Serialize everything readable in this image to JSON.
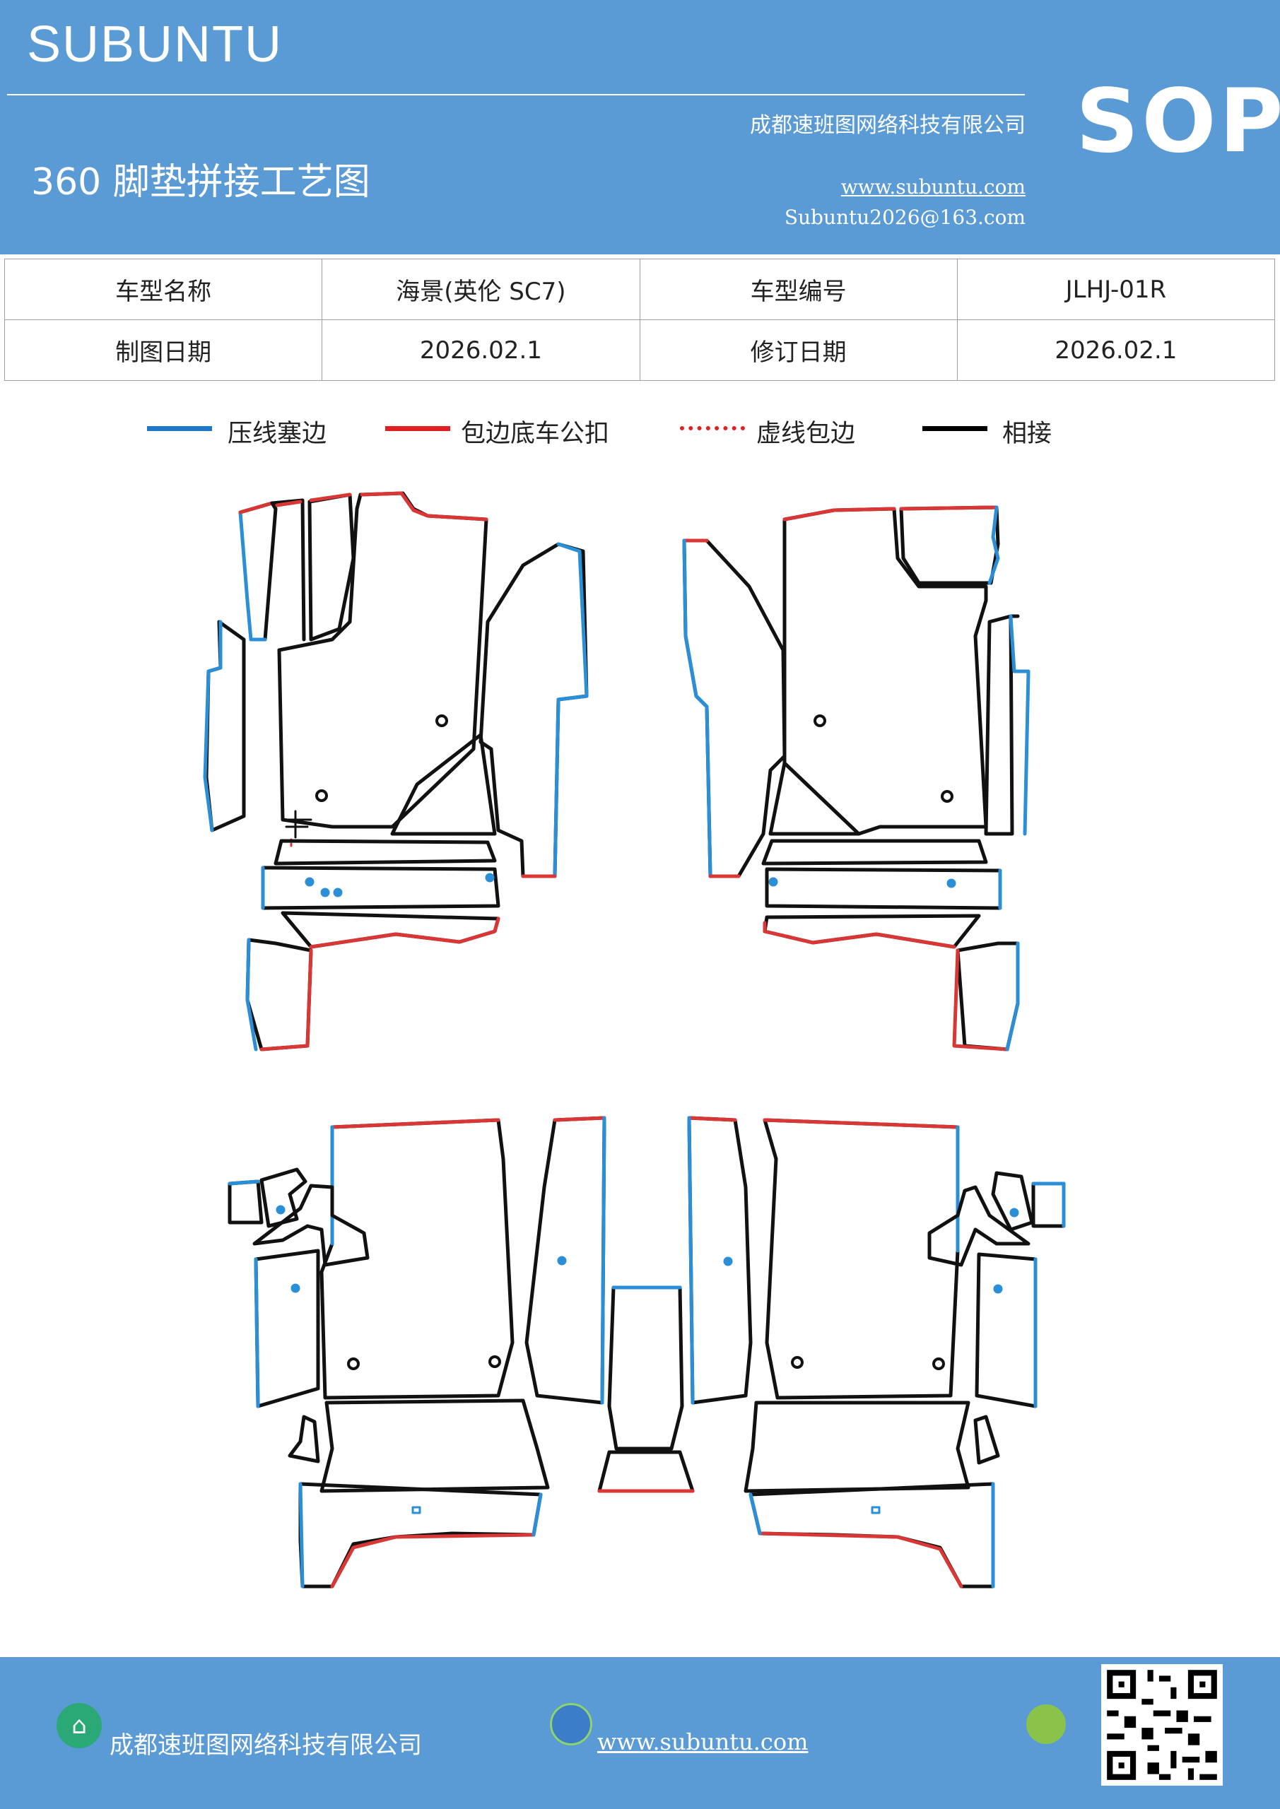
{
  "header": {
    "brand": "SUBUNTU",
    "company": "成都速班图网络科技有限公司",
    "title": "360 脚垫拼接工艺图",
    "website": "www.subuntu.com",
    "email": "Subuntu2026@163.com",
    "badge": "SOP"
  },
  "info": {
    "model_name_label": "车型名称",
    "model_name_value": "海景(英伦 SC7)",
    "model_code_label": "车型编号",
    "model_code_value": "JLHJ-01R",
    "draw_date_label": "制图日期",
    "draw_date_value": "2026.02.1",
    "revise_date_label": "修订日期",
    "revise_date_value": "2026.02.1"
  },
  "legend": [
    {
      "label": "压线塞边",
      "color": "#1f77c9",
      "style": "solid"
    },
    {
      "label": "包边底车公扣",
      "color": "#e02020",
      "style": "solid"
    },
    {
      "label": "虚线包边",
      "color": "#e02020",
      "style": "dotted"
    },
    {
      "label": "相接",
      "color": "#000000",
      "style": "solid"
    }
  ],
  "colors": {
    "header_blue": "#5b9bd5",
    "press_blue": "#2a8fd6",
    "edge_red": "#d93636",
    "join_black": "#111111"
  },
  "footer": {
    "company": "成都速班图网络科技有限公司",
    "website": "www.subuntu.com"
  }
}
